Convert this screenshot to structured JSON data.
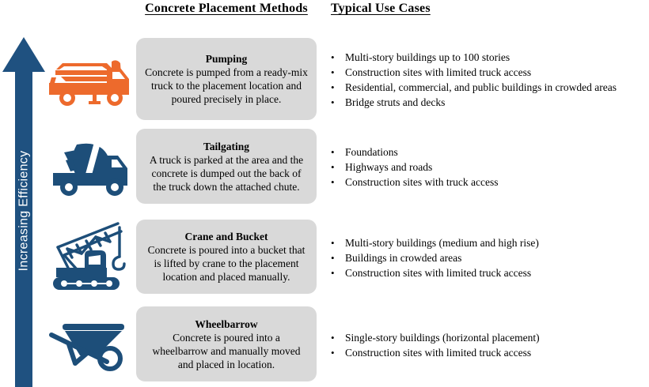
{
  "headers": {
    "methods": "Concrete Placement Methods",
    "use_cases": "Typical Use Cases"
  },
  "axis": {
    "label": "Increasing Efficiency",
    "direction": "up",
    "color": "#1f5180",
    "icon": "up-arrow-icon"
  },
  "colors": {
    "arrow_blue": "#1f5180",
    "icon_blue": "#1d4e79",
    "icon_orange": "#ED6A2C",
    "box_gray": "#d9d9d9",
    "text_black": "#000000"
  },
  "bullet_glyph": "•",
  "rows": [
    {
      "icon": "concrete-pump-truck-icon",
      "icon_color": "#ED6A2C",
      "title": "Pumping",
      "description": "Concrete is pumped from a ready-mix truck to the placement location and poured precisely in place.",
      "use_cases": [
        "Multi-story buildings up to 100 stories",
        "Construction sites with limited truck access",
        "Residential, commercial, and public buildings in crowded areas",
        "Bridge struts and decks"
      ]
    },
    {
      "icon": "cement-mixer-truck-icon",
      "icon_color": "#1d4e79",
      "title": "Tailgating",
      "description": "A truck is parked at the area and the concrete is dumped out the back of the truck down the attached chute.",
      "use_cases": [
        "Foundations",
        "Highways and roads",
        "Construction sites with truck access"
      ]
    },
    {
      "icon": "crawler-crane-icon",
      "icon_color": "#1d4e79",
      "title": "Crane and Bucket",
      "description": "Concrete is poured into a bucket that is lifted by crane to the placement location and placed manually.",
      "use_cases": [
        "Multi-story buildings (medium and high rise)",
        "Buildings in crowded areas",
        "Construction sites with limited truck access"
      ]
    },
    {
      "icon": "wheelbarrow-icon",
      "icon_color": "#1d4e79",
      "title": "Wheelbarrow",
      "description": "Concrete is poured into a wheelbarrow and manually moved and placed in location.",
      "use_cases": [
        "Single-story buildings (horizontal placement)",
        "Construction sites with limited truck access"
      ]
    }
  ]
}
